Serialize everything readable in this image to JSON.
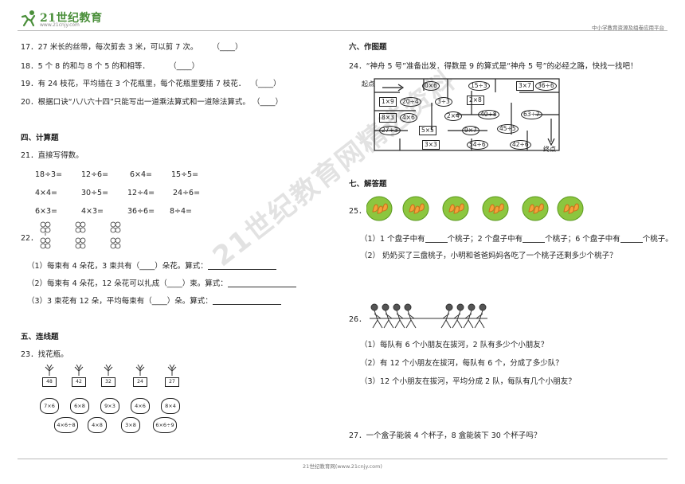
{
  "header": {
    "brand": "21世纪教育",
    "url": "www.21cnjy.com",
    "right_text": "中小学教育资源及组卷应用平台"
  },
  "footer": {
    "text": "21世纪教育网(www.21cnjy.com)"
  },
  "watermark": {
    "text": "21世纪教育网精选资料"
  },
  "left": {
    "q17": {
      "text": "17．27 米长的丝带，每次剪去 3 米，可以剪 7 次。",
      "paren": "（____）"
    },
    "q18": {
      "text": "18．5 个 8 的和与 8 个 5 的和相等．",
      "paren": "（____）"
    },
    "q19": {
      "text": "19．有 24 枝花，平均插在 3 个花瓶里，每个花瓶里要插 7 枝花．",
      "paren": "（____）"
    },
    "q20": {
      "text": "20．根据口诀“八八六十四”只能写出一道乘法算式和一道除法算式。",
      "paren": "（____）"
    },
    "sec4": "四、计算题",
    "q21": "21．直接写得数。",
    "calc": [
      [
        "18÷3=",
        "12÷6=",
        "6×4=",
        "15÷5="
      ],
      [
        "4×4=",
        "30÷5=",
        "12÷4=",
        "24÷6="
      ],
      [
        "6×3=",
        "4×3=",
        "36÷6=",
        "8÷4="
      ]
    ],
    "q22": "22．",
    "q22_1": {
      "a": "（1）每束有 4 朵花，3 束共有（____）朵花。算式："
    },
    "q22_2": {
      "a": "（2）每束有 4 朵花，12 朵花可以扎成（____）束。算式："
    },
    "q22_3": {
      "a": "（3）3 束花有 12 朵，平均每束有（____）朵。算式："
    },
    "sec5": "五、连线题",
    "q23": "23．找花瓶。",
    "pots": [
      "48",
      "42",
      "32",
      "24",
      "27"
    ],
    "vases": [
      "7×6",
      "6×8",
      "9×3",
      "4×6",
      "8×4",
      "4×6÷8",
      "4×8",
      "3×8",
      "6×6÷9"
    ]
  },
  "right": {
    "sec6": "六、作图题",
    "q24": "24．“神舟 5 号”准备出发．得数是 9 的算式是“神舟 5 号”的必经之路，快找一找吧！",
    "maze_start": "起点",
    "maze_end": "终点",
    "maze_cells": [
      "0×6",
      "15÷3",
      "3×7",
      "36÷6",
      "1×9",
      "20÷4",
      "3÷3",
      "2×8",
      "8×3",
      "4×6",
      "40÷8",
      "63÷7",
      "2×4",
      "27÷3",
      "5×5",
      "9×7",
      "45÷5",
      "3×3",
      "54÷6",
      "42÷6"
    ],
    "sec7": "七、解答题",
    "q25": "25．",
    "q25_1": {
      "a": "（1）1 个盘子中有",
      "b": "个桃子；2 个盘子中有",
      "c": "个桃子；6 个盘子中有",
      "d": "个桃子。"
    },
    "q25_2": "（2）  奶奶买了三盘桃子，小明和爸爸妈妈各吃了一个桃子还剩多少个桃子？",
    "q26": "26．",
    "q26_1": "（1）每队有 6 个小朋友在拔河，2 队有多少个小朋友？",
    "q26_2": "（2）有 12 个小朋友在拔河，每队有 6 个，分成了多少队？",
    "q26_3": "（3）12 个小朋友在拔河，平均分成 2 队，每队有几个小朋友？",
    "q27": "27．一个盒子能装 4 个杯子，8 盒能装下 30 个杯子吗？"
  }
}
